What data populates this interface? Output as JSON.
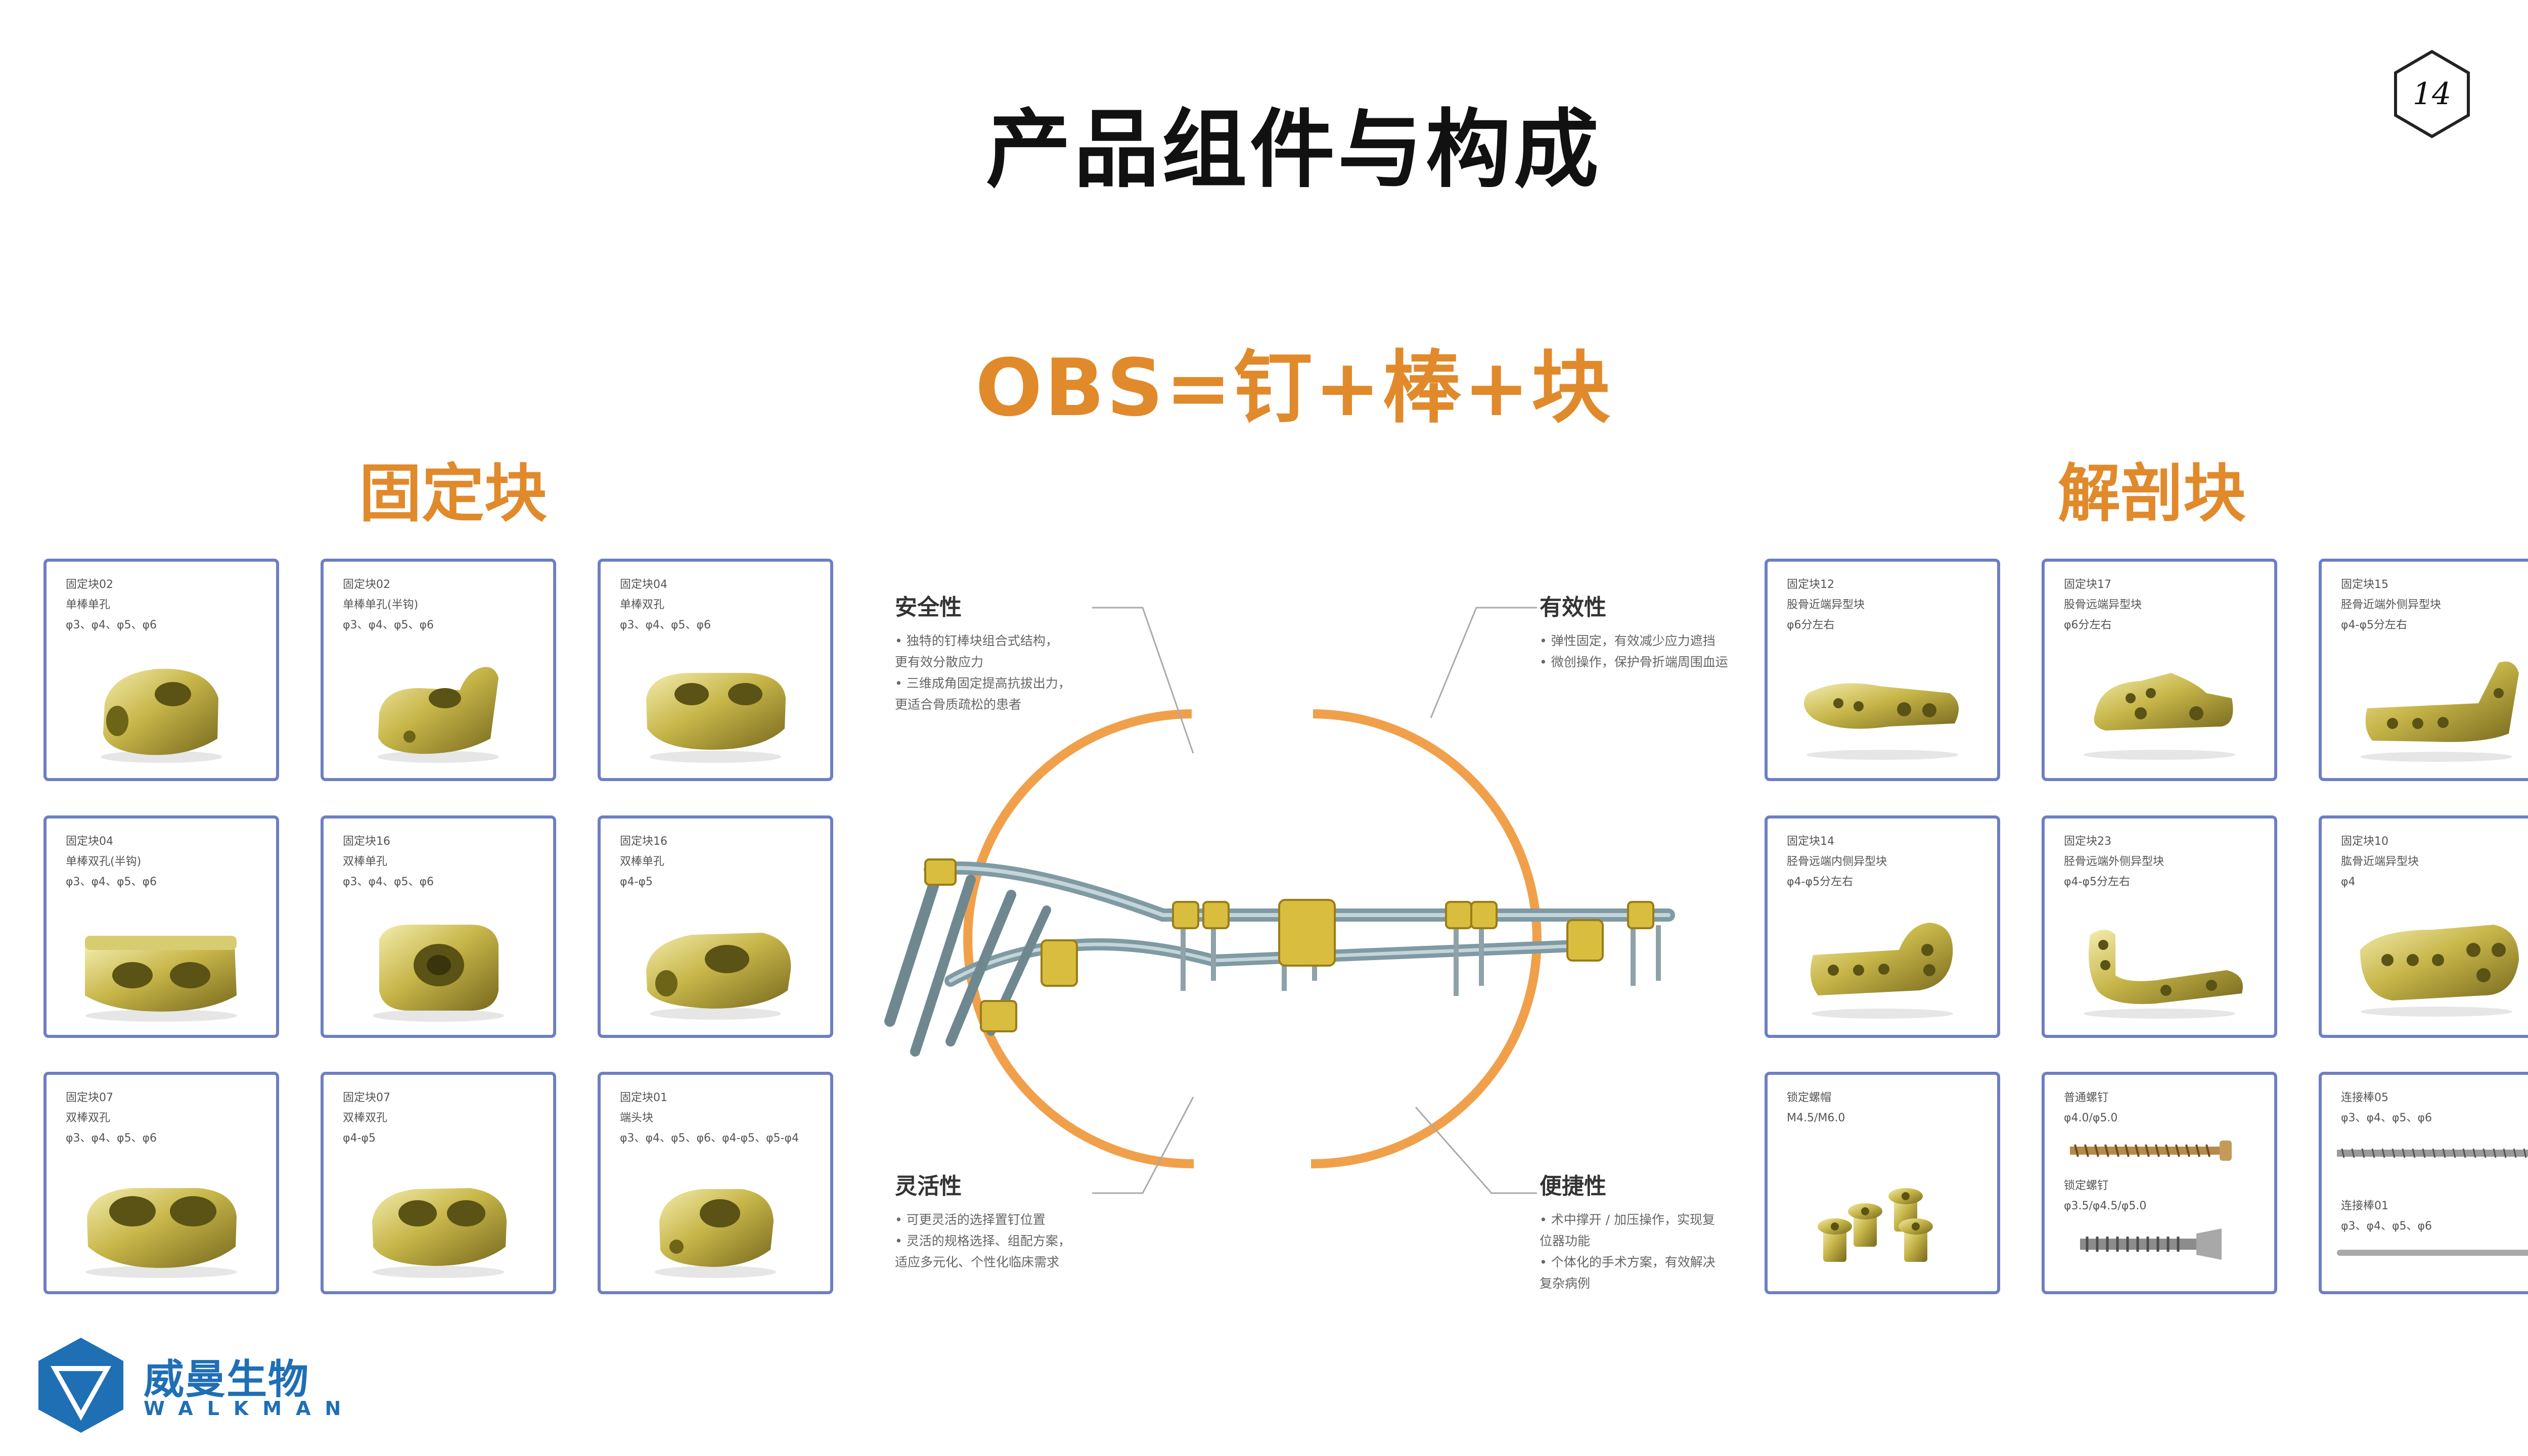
{
  "title": "产品组件与构成",
  "page_number": "14",
  "formula": "OBS=钉+棒+块",
  "left_section_title": "固定块",
  "right_section_title": "解剖块",
  "accent_color": "#e08a2c",
  "card_border_color": "#6d7fc3",
  "brand_color": "#1f6fb5",
  "fixed_blocks": [
    {
      "lines": [
        "固定块02",
        "单棒单孔",
        "φ3、φ4、φ5、φ6"
      ]
    },
    {
      "lines": [
        "固定块02",
        "单棒单孔(半钩)",
        "φ3、φ4、φ5、φ6"
      ]
    },
    {
      "lines": [
        "固定块04",
        "单棒双孔",
        "φ3、φ4、φ5、φ6"
      ]
    },
    {
      "lines": [
        "固定块04",
        "单棒双孔(半钩)",
        "φ3、φ4、φ5、φ6"
      ]
    },
    {
      "lines": [
        "固定块16",
        "双棒单孔",
        "φ3、φ4、φ5、φ6"
      ]
    },
    {
      "lines": [
        "固定块16",
        "双棒单孔",
        "φ4-φ5"
      ]
    },
    {
      "lines": [
        "固定块07",
        "双棒双孔",
        "φ3、φ4、φ5、φ6"
      ]
    },
    {
      "lines": [
        "固定块07",
        "双棒双孔",
        "φ4-φ5"
      ]
    },
    {
      "lines": [
        "固定块01",
        "端头块",
        "φ3、φ4、φ5、φ6、φ4-φ5、φ5-φ4"
      ]
    }
  ],
  "anatomic_blocks": [
    {
      "lines": [
        "固定块12",
        "股骨近端异型块",
        "φ6分左右"
      ]
    },
    {
      "lines": [
        "固定块17",
        "股骨远端异型块",
        "φ6分左右"
      ]
    },
    {
      "lines": [
        "固定块15",
        "胫骨近端外侧异型块",
        "φ4-φ5分左右"
      ]
    },
    {
      "lines": [
        "固定块14",
        "胫骨远端内侧异型块",
        "φ4-φ5分左右"
      ]
    },
    {
      "lines": [
        "固定块23",
        "胫骨远端外侧异型块",
        "φ4-φ5分左右"
      ]
    },
    {
      "lines": [
        "固定块10",
        "肱骨近端异型块",
        "φ4"
      ]
    }
  ],
  "accessories": {
    "lock_cap": {
      "lines": [
        "锁定螺帽",
        "M4.5/M6.0"
      ]
    },
    "screws": {
      "lines": [
        "普通螺钉",
        "φ4.0/φ5.0"
      ],
      "sub_lines": [
        "锁定螺钉",
        "φ3.5/φ4.5/φ5.0"
      ]
    },
    "rods": {
      "lines": [
        "连接棒05",
        "φ3、φ4、φ5、φ6"
      ],
      "sub_lines": [
        "连接棒01",
        "φ3、φ4、φ5、φ6"
      ]
    }
  },
  "features": {
    "safety": {
      "title": "安全性",
      "body": [
        "• 独特的钉棒块组合式结构，",
        "  更有效分散应力",
        "• 三维成角固定提高抗拔出力，",
        "  更适合骨质疏松的患者"
      ]
    },
    "effectiveness": {
      "title": "有效性",
      "body": [
        "• 弹性固定，有效减少应力遮挡",
        "• 微创操作，保护骨折端周围血运"
      ]
    },
    "flexibility": {
      "title": "灵活性",
      "body": [
        "• 可更灵活的选择置钉位置",
        "• 灵活的规格选择、组配方案，",
        "  适应多元化、个性化临床需求"
      ]
    },
    "convenience": {
      "title": "便捷性",
      "body": [
        "• 术中撑开 / 加压操作，实现复",
        "  位器功能",
        "• 个体化的手术方案，有效解决",
        "  复杂病例"
      ]
    }
  },
  "logo": {
    "cn": "威曼生物",
    "en": "WALKMAN"
  }
}
